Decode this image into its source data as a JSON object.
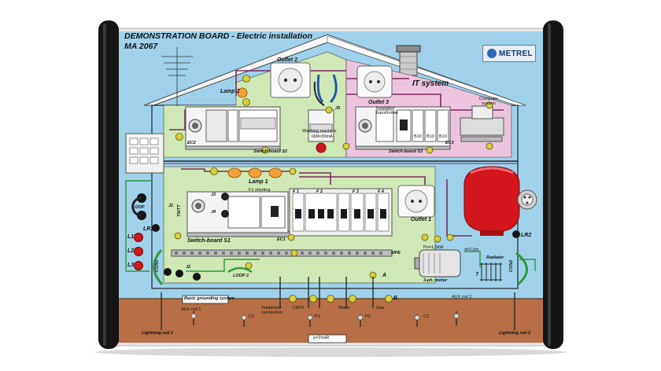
{
  "board": {
    "title": "DEMONSTRATION BOARD - Electric installation",
    "model": "MA 2067",
    "brand": "METREL"
  },
  "labels": {
    "outlet2": "Outlet 2",
    "outlet3": "Outlet 3",
    "outlet1": "Outlet 1",
    "it_system": "IT system",
    "computer_system": "Computer system",
    "lamp2": "Lamp 2",
    "lamp1": "Lamp 1",
    "washing_machine": "Washing machine",
    "switchboard_s2": "Switch-board S2",
    "switchboard_s3": "Switch-board S3",
    "switchboard_s1": "Switch-board S1",
    "ec2": "EC2",
    "ec3": "EC3",
    "ec1": "EC1",
    "mpe": "MPE",
    "tn_tt": "TN/TT",
    "j1": "J1",
    "j2": "J2",
    "j3": "J3",
    "j4": "J4",
    "j5": "J5",
    "f1_shorting": "F1 shorting",
    "f1": "F 1",
    "f2": "F 2",
    "f3": "F 3",
    "f4": "F 4",
    "l1": "L1",
    "l2": "L2",
    "l3": "L3",
    "lr1": "LR1",
    "lr2": "LR2",
    "con1": "CON1",
    "con2": "CON2",
    "loop": "LOOP",
    "loop2": "LOOP 2",
    "three_ph_motor": "3-ph. motor",
    "radiator": "Radiator",
    "basic_grounding": "Basic grounding system",
    "aux_rod1": "AUX rod 1",
    "aux_rod2": "AUX rod 2",
    "lightning_rod1": "Lightning rod 1",
    "lightning_rod2": "Lightning rod 2",
    "telephone": "Telephone connection",
    "catv": "CATV",
    "water": "Water",
    "gas": "Gas",
    "a": "A",
    "b": "B",
    "p1": "P1",
    "p2": "P2",
    "c1": "C1",
    "c2": "C2",
    "rho": "ρ=2πaR",
    "insulation_transformer": "Insulation transformer",
    "b10a": "B10",
    "b10b": "B10",
    "b10c": "B10",
    "rcd_value": "IΔN=30mA",
    "pin_1kw": "Pn=1,5kW",
    "dist_wall": "d=2,5m",
    "question": "?"
  },
  "colors": {
    "frame_top": "#f2f2f2",
    "post": "#151515",
    "wall_blue": "#9fd2ea",
    "room_green": "#cfe8b6",
    "room_pink": "#ecc4dd",
    "ground_brown": "#b86f45",
    "wire_purple": "#7a2a5e",
    "socket_yellow": "#d8cf3a",
    "plug_red": "#d2161b"
  }
}
